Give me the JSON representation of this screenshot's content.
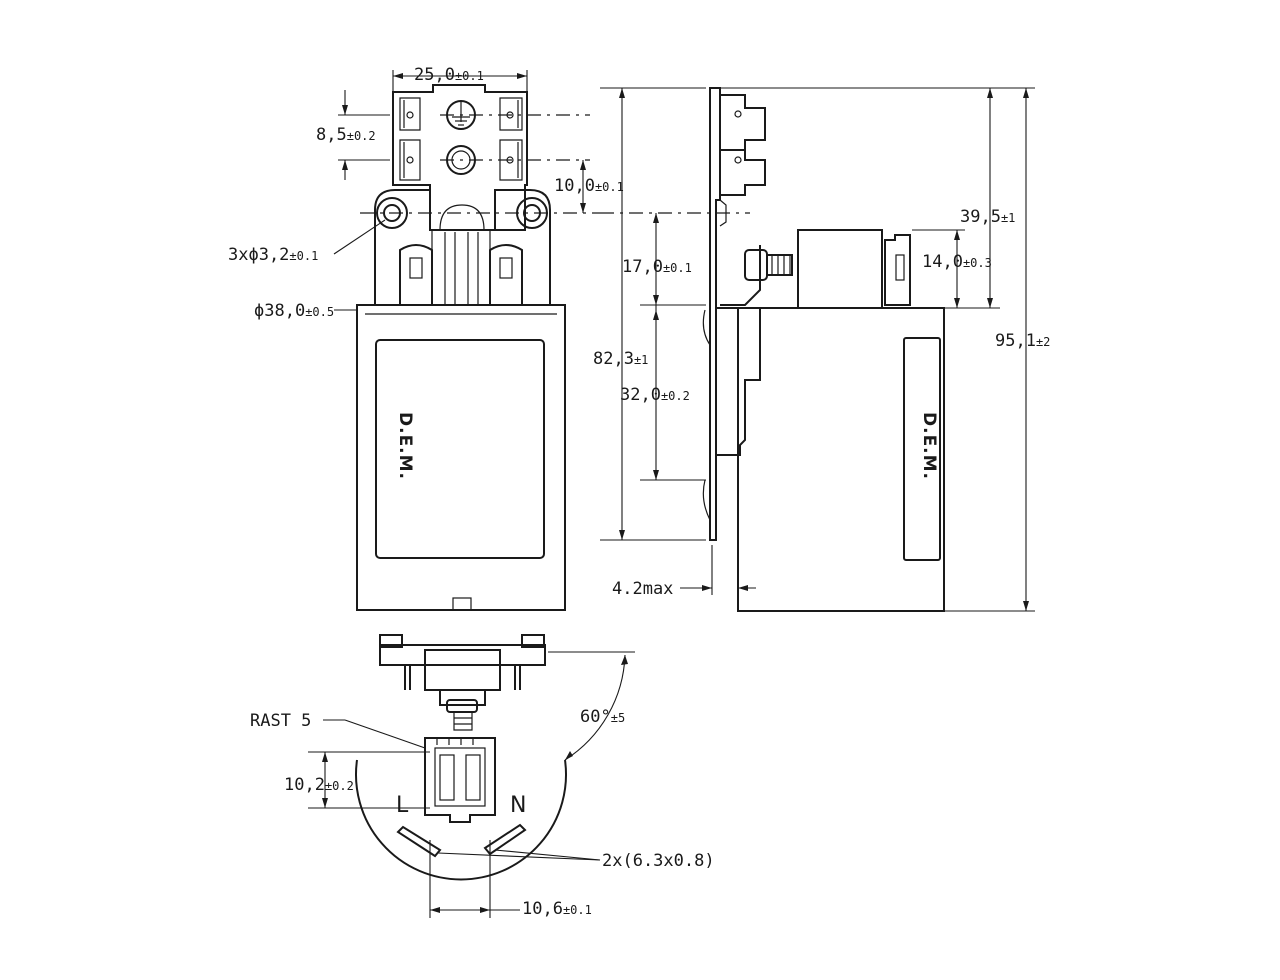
{
  "brand_mark": "D.E.M.",
  "dimensions": {
    "width_25": {
      "value": "25,0",
      "tol": "±0.1"
    },
    "height_8_5": {
      "value": "8,5",
      "tol": "±0.2"
    },
    "height_10": {
      "value": "10,0",
      "tol": "±0.1"
    },
    "holes": {
      "value": "3xϕ3,2",
      "tol": "±0.1"
    },
    "diameter": {
      "value": "ϕ38,0",
      "tol": "±0.5"
    },
    "side_39_5": {
      "value": "39,5",
      "tol": "±1"
    },
    "side_14": {
      "value": "14,0",
      "tol": "±0.3"
    },
    "side_17": {
      "value": "17,0",
      "tol": "±0.1"
    },
    "side_82_3": {
      "value": "82,3",
      "tol": "±1"
    },
    "side_32": {
      "value": "32,0",
      "tol": "±0.2"
    },
    "total_95_1": {
      "value": "95,1",
      "tol": "±2"
    },
    "max_4_2": {
      "value": "4.2max",
      "tol": ""
    },
    "angle_60": {
      "value": "60°",
      "tol": "±5"
    },
    "rast": {
      "value": "RAST 5",
      "tol": ""
    },
    "pitch_10_2": {
      "value": "10,2",
      "tol": "±0.2"
    },
    "terminals": {
      "value": "2x(6.3x0.8)",
      "tol": ""
    },
    "spacing_10_6": {
      "value": "10,6",
      "tol": "±0.1"
    }
  },
  "terminal_labels": {
    "live": "L",
    "neutral": "N"
  }
}
